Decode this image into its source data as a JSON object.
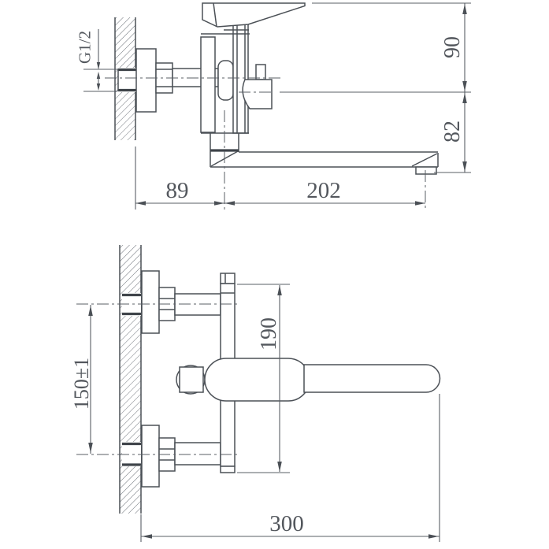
{
  "drawing": {
    "subject": "wall-mounted bath mixer faucet technical drawing, two orthographic views",
    "colors": {
      "line": "#4b5056",
      "text": "#53575d",
      "background": "#ffffff"
    },
    "side_view": {
      "thread_label": "G1/2",
      "dim_upper_height": "90",
      "dim_lower_height": "82",
      "dim_wall_offset": "89",
      "dim_spout_reach": "202"
    },
    "front_view": {
      "dim_body_span": "190",
      "dim_inlet_spacing": "150±1",
      "dim_overall_length": "300"
    }
  }
}
